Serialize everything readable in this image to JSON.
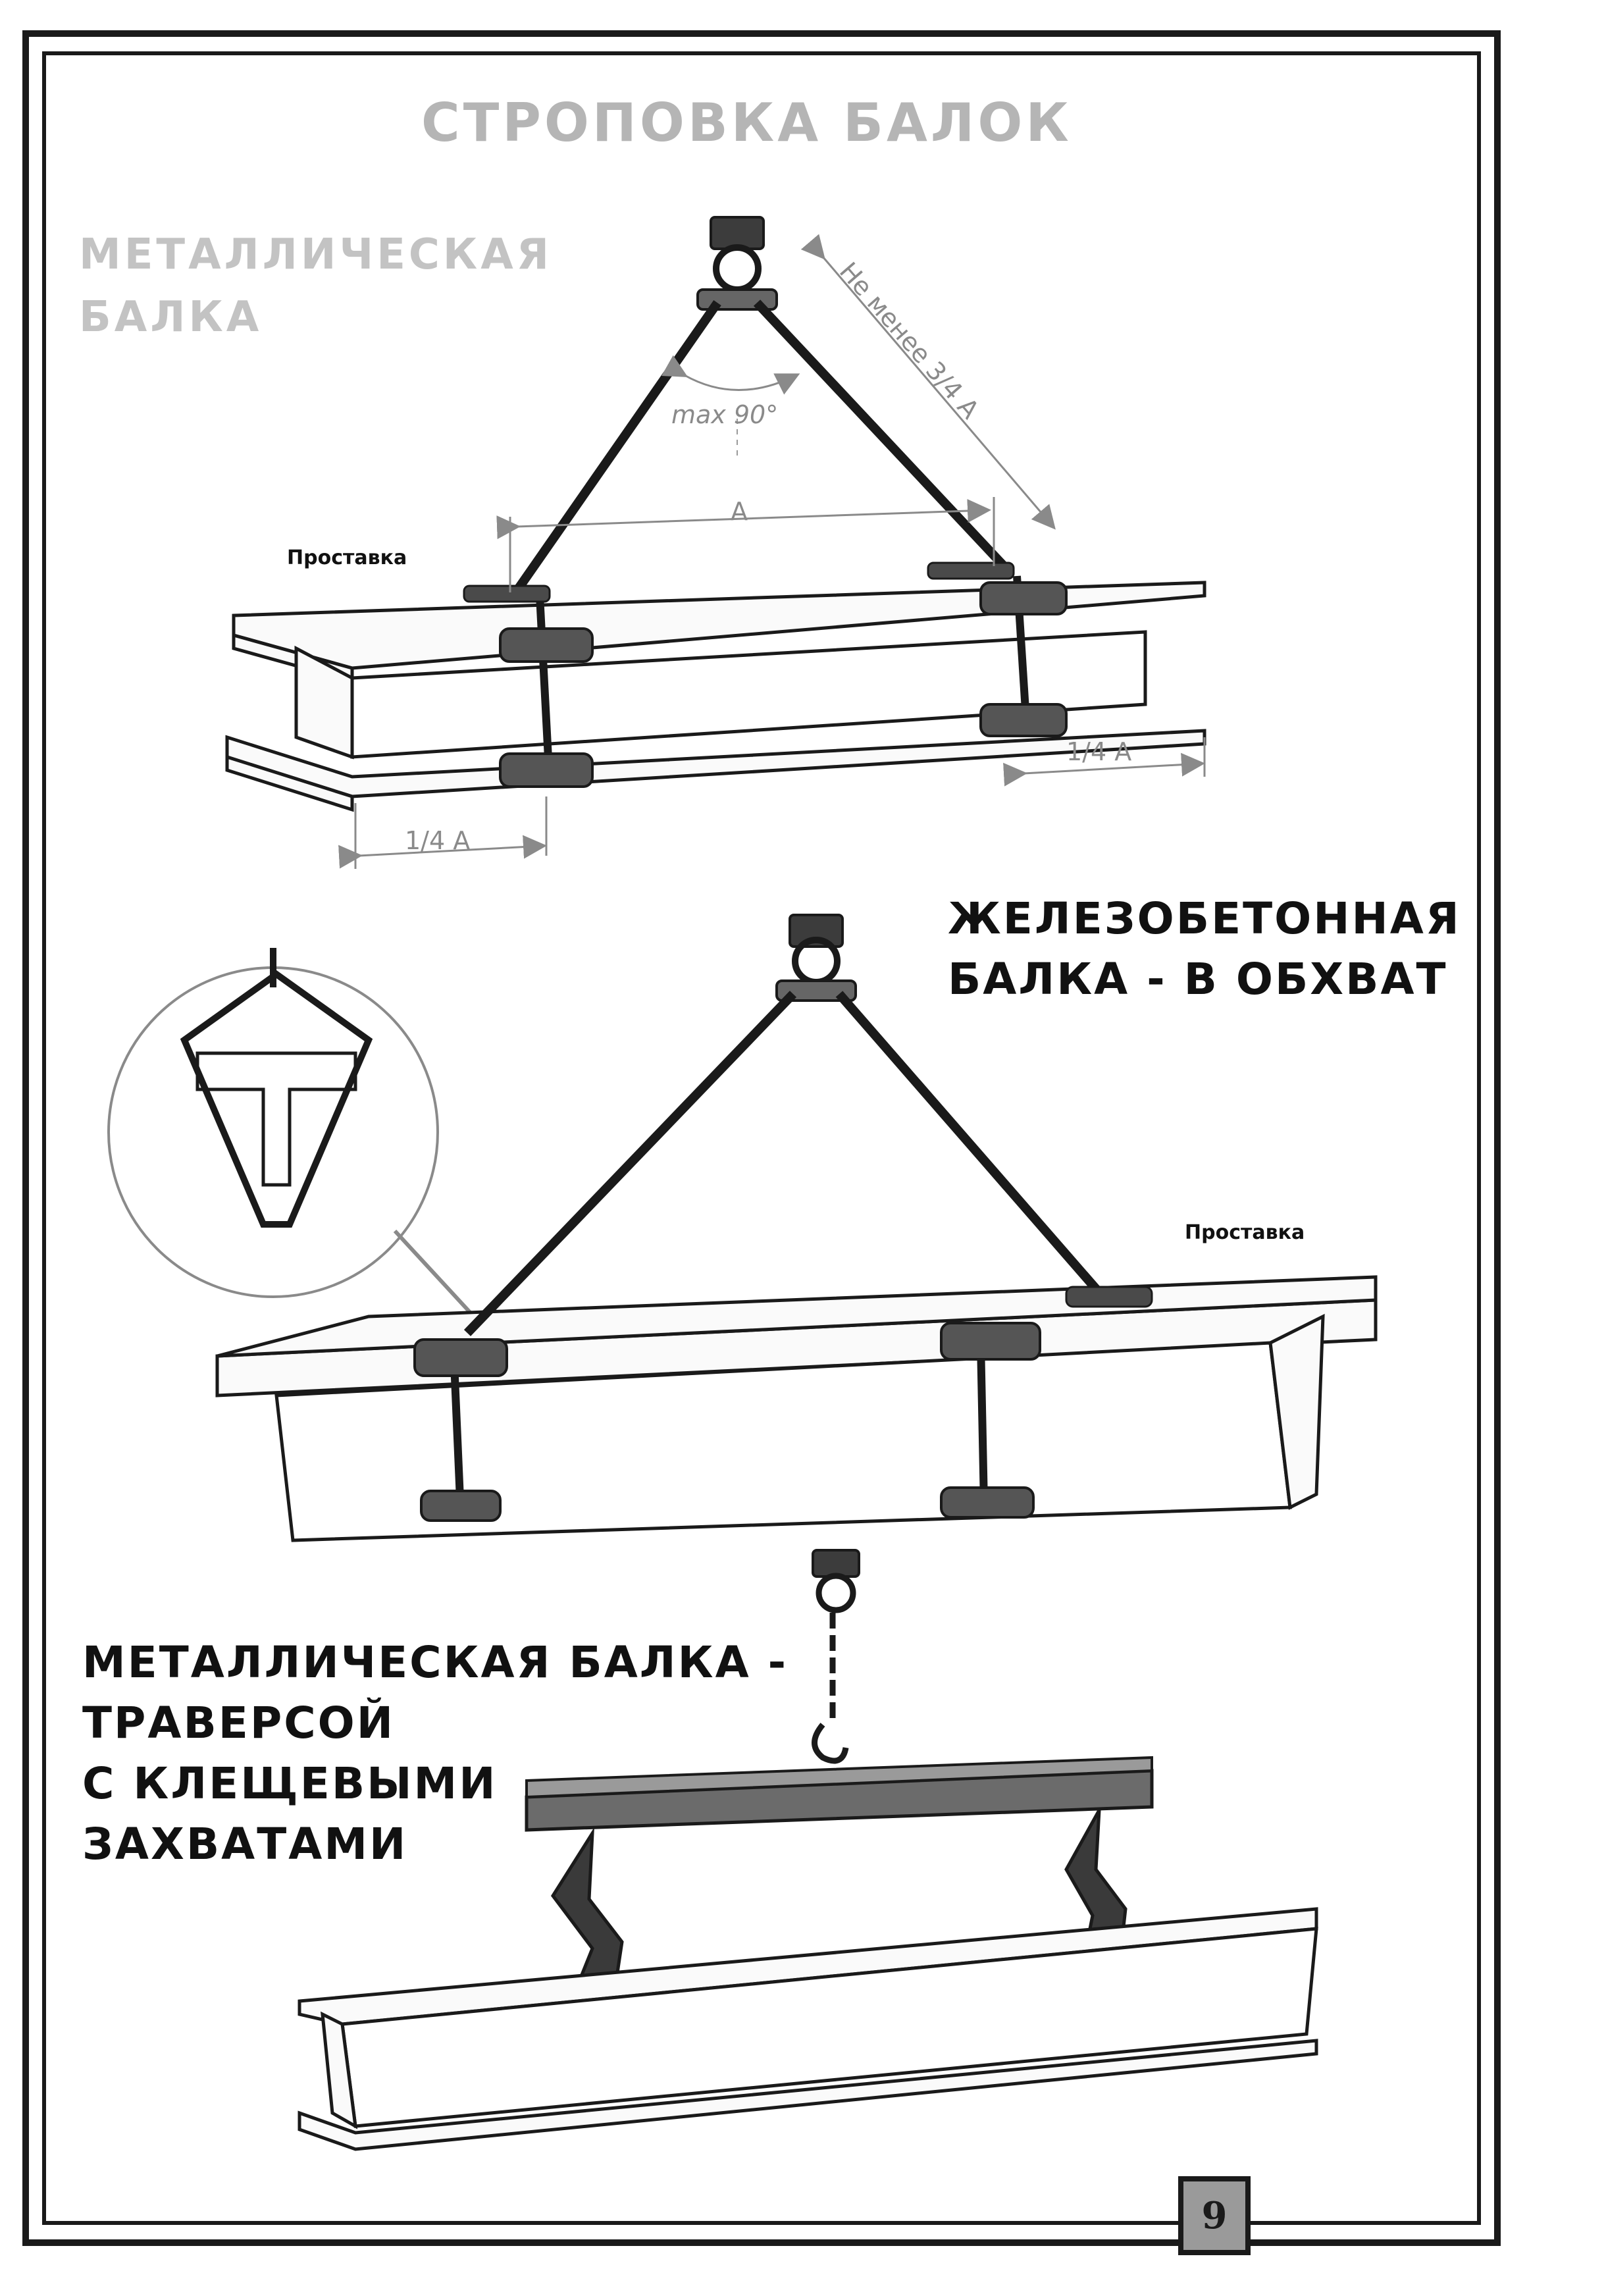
{
  "title": "СТРОПОВКА БАЛОК",
  "section1": {
    "heading": "МЕТАЛЛИЧЕСКАЯ\nБАЛКА",
    "spacer_label": "Проставка",
    "leg_length_label": "Не менее 3/4 А",
    "angle_label": "max 90°",
    "span_label": "А",
    "quarter_label_right": "1/4 А",
    "quarter_label_left": "1/4 А"
  },
  "section2": {
    "heading": "ЖЕЛЕЗОБЕТОННАЯ\nБАЛКА - В ОБХВАТ",
    "spacer_label": "Проставка"
  },
  "section3": {
    "heading": "МЕТАЛЛИЧЕСКАЯ БАЛКА -\nТРАВЕРСОЙ\nС КЛЕЩЕВЫМИ\nЗАХВАТАМИ"
  },
  "page_number": "9",
  "colors": {
    "ink": "#1a1a1a",
    "faded_heading": "#bdbdbd",
    "dimension": "#8a8a8a",
    "beam_fill": "#fafafa",
    "clamp_fill": "#555555",
    "traverse_fill": "#6b6b6b"
  }
}
